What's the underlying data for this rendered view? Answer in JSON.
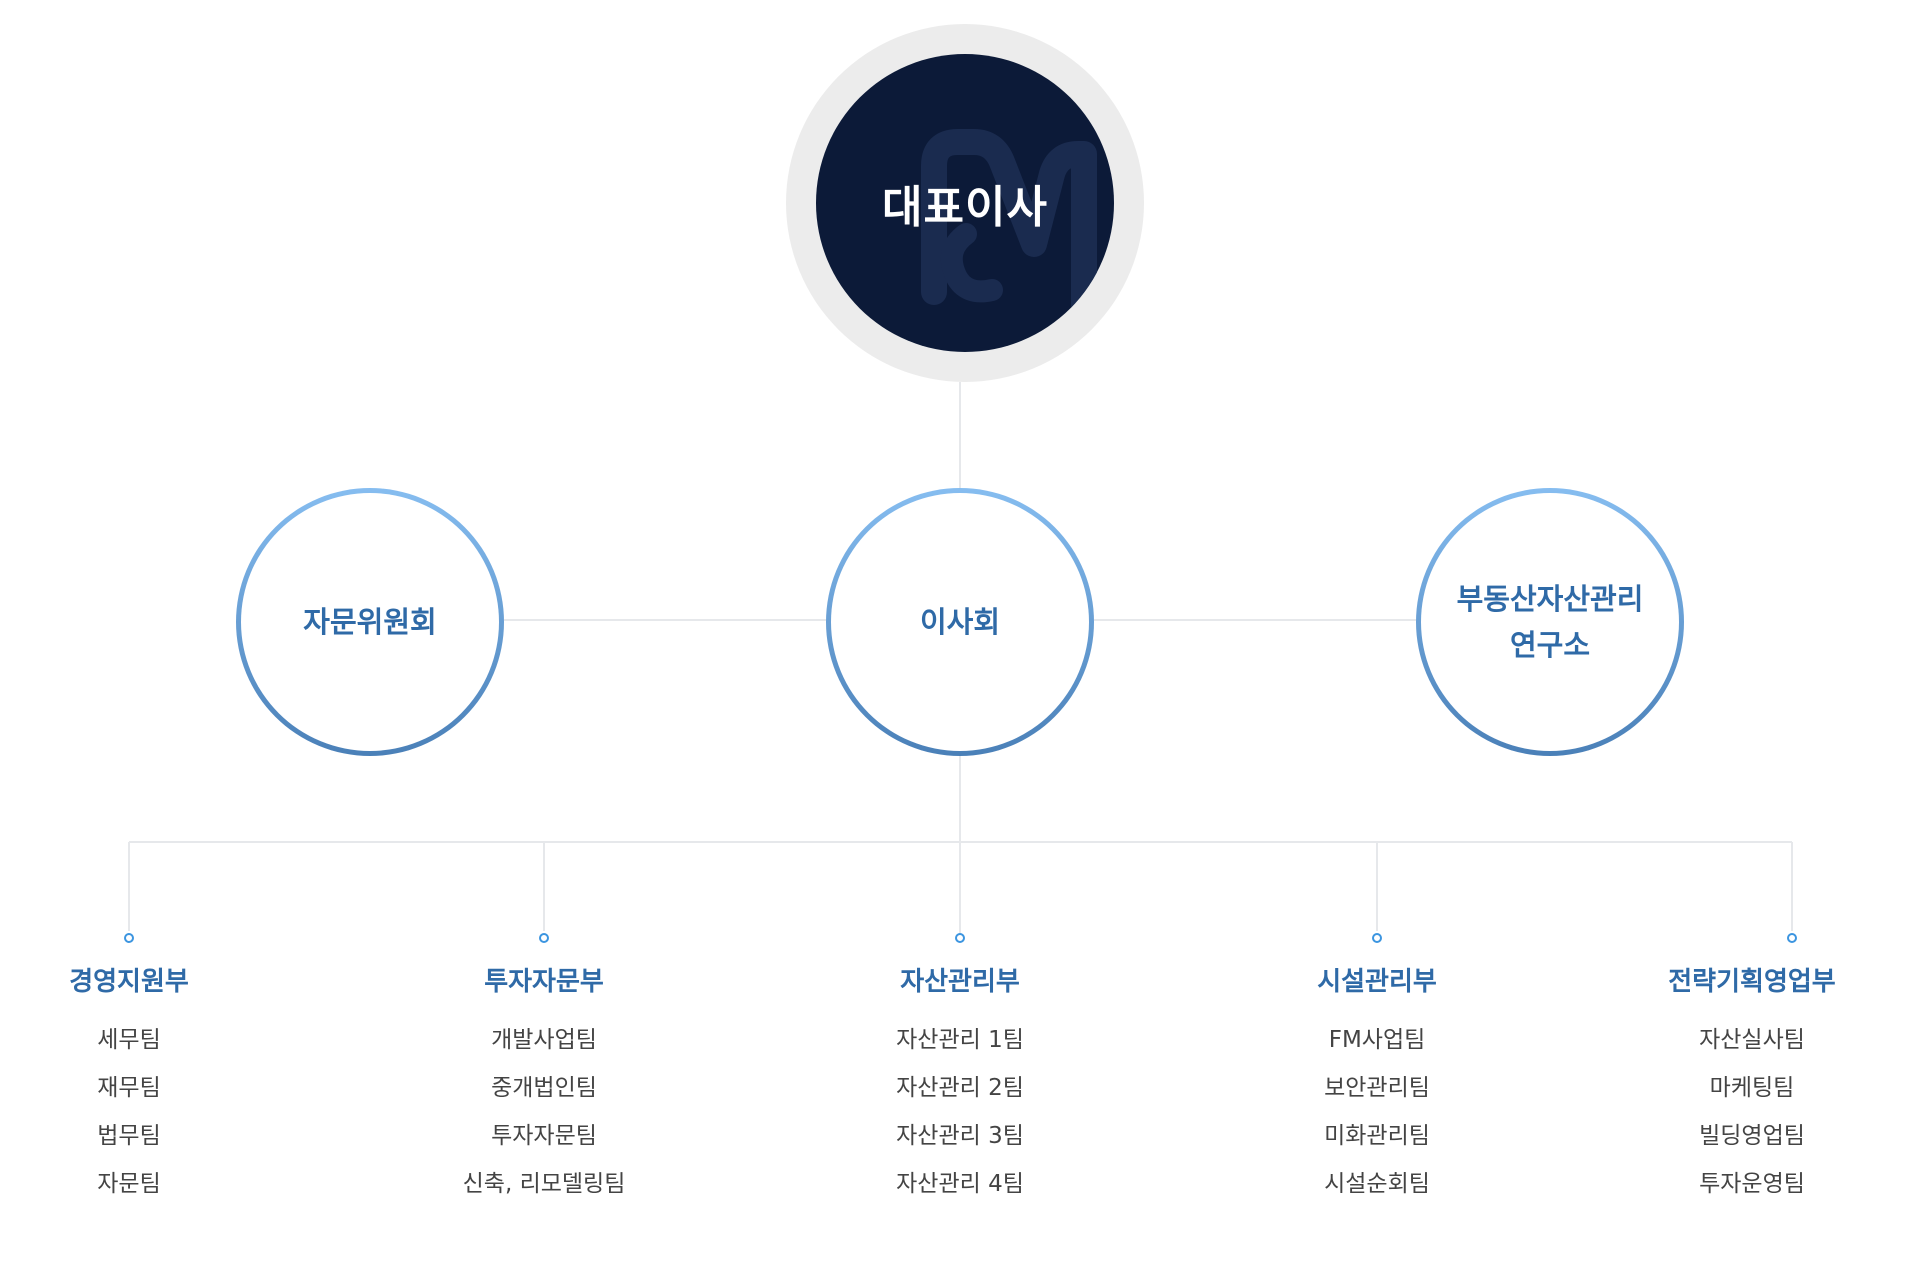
{
  "ceo": {
    "label": "대표이사"
  },
  "mid_nodes": [
    {
      "label": "자문위원회"
    },
    {
      "label": "이사회"
    },
    {
      "label_line1": "부동산자산관리",
      "label_line2": "연구소"
    }
  ],
  "departments": [
    {
      "title": "경영지원부",
      "teams": [
        "세무팀",
        "재무팀",
        "법무팀",
        "자문팀"
      ]
    },
    {
      "title": "투자자문부",
      "teams": [
        "개발사업팀",
        "중개법인팀",
        "투자자문팀",
        "신축, 리모델링팀"
      ]
    },
    {
      "title": "자산관리부",
      "teams": [
        "자산관리 1팀",
        "자산관리 2팀",
        "자산관리 3팀",
        "자산관리 4팀"
      ]
    },
    {
      "title": "시설관리부",
      "teams": [
        "FM사업팀",
        "보안관리팀",
        "미화관리팀",
        "시설순회팀"
      ]
    },
    {
      "title": "전략기획영업부",
      "teams": [
        "자산실사팀",
        "마케팅팀",
        "빌딩영업팀",
        "투자운영팀"
      ]
    }
  ],
  "colors": {
    "ceo_background": "#0c1a38",
    "ceo_ring": "#ececec",
    "accent_blue": "#2f6aa7",
    "ring_gradient_top": "#86bdf0",
    "ring_gradient_bottom": "#4a80b8",
    "connector_line": "#e6e8eb",
    "team_text": "#444444"
  }
}
